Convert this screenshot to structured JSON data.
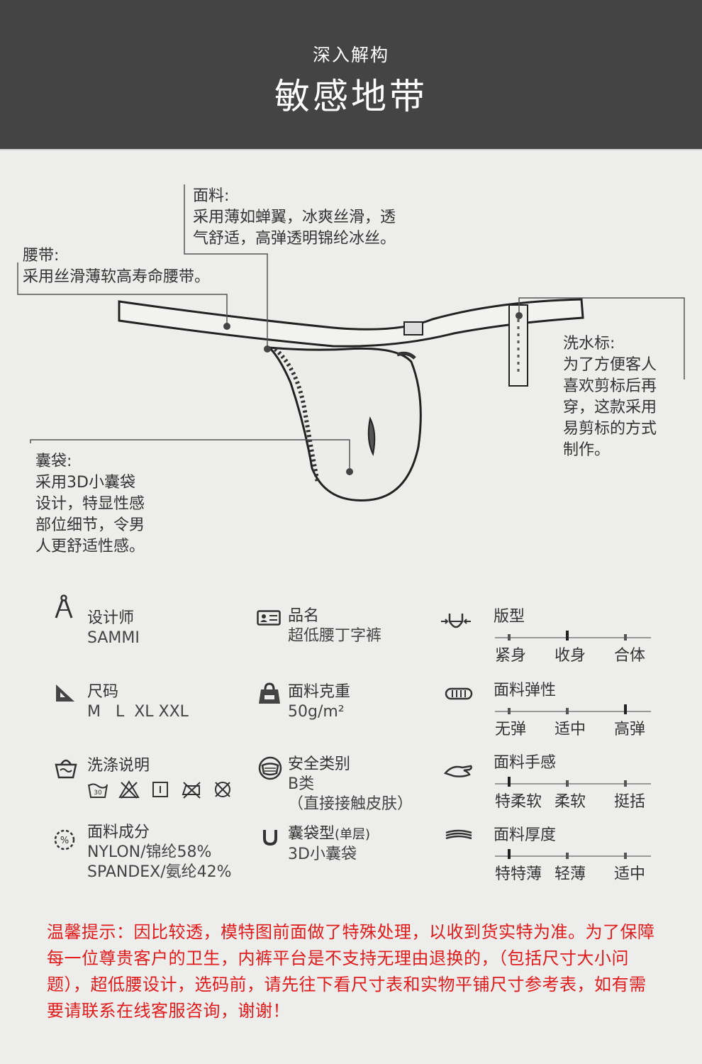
{
  "header": {
    "subtitle": "深入解构",
    "title": "敏感地带"
  },
  "annotations": {
    "fabric": {
      "title": "面料:",
      "text": "采用薄如蝉翼，冰爽丝滑，透\n气舒适，高弹透明锦纶冰丝。"
    },
    "waistband": {
      "title": "腰带:",
      "text": "采用丝滑薄软高寿命腰带。"
    },
    "wash_label": {
      "title": "洗水标:",
      "text": "为了方便客人\n喜欢剪标后再\n穿，这款采用\n易剪标的方式\n制作。"
    },
    "pouch": {
      "title": "囊袋:",
      "text": "采用3D小囊袋\n设计，特显性感\n部位细节，令男\n人更舒适性感。"
    }
  },
  "specs": {
    "designer": {
      "label": "设计师",
      "value": "SAMMI",
      "icon": "compass-icon"
    },
    "product_name": {
      "label": "品名",
      "value": "超低腰丁字裤",
      "icon": "id-card-icon"
    },
    "size": {
      "label": "尺码",
      "value": "M   L  XL XXL",
      "icon": "set-square-icon"
    },
    "fabric_weight": {
      "label": "面料克重",
      "value": "50g/m²",
      "icon": "weight-icon"
    },
    "wash_care": {
      "label": "洗涤说明",
      "icon": "basket-icon",
      "symbols": [
        "wash-30-icon",
        "no-bleach-icon",
        "drip-dry-icon",
        "no-iron-icon",
        "no-dry-clean-icon"
      ]
    },
    "safety": {
      "label": "安全类别",
      "value": " B类\n（直接接触皮肤）",
      "icon": "safety-mask-icon"
    },
    "composition": {
      "label": "面料成分",
      "value": "NYLON/锦纶58%\nSPANDEX/氨纶42%",
      "icon": "percent-icon"
    },
    "pouch_type": {
      "label": "囊袋型",
      "label_note": "(单层)",
      "value": "3D小囊袋",
      "icon": "u-letter-icon"
    }
  },
  "scales": {
    "fit": {
      "label": "版型",
      "options": [
        "紧身",
        "收身",
        "合体"
      ],
      "selected_index": 1
    },
    "elasticity": {
      "label": "面料弹性",
      "options": [
        "无弹",
        "适中",
        "高弹"
      ],
      "selected_index": 2
    },
    "hand_feel": {
      "label": "面料手感",
      "options": [
        "特柔软",
        "柔软",
        "挺括"
      ],
      "selected_index": 0
    },
    "thickness": {
      "label": "面料厚度",
      "options": [
        "特特薄",
        "轻薄",
        "适中"
      ],
      "selected_index": 0
    }
  },
  "notice": "温馨提示：因比较透，模特图前面做了特殊处理，以收到货实特为准。为了保障每一位尊贵客户的卫生，内裤平台是不支持无理由退换的，（包括尺寸大小问题），超低腰设计，选码前，请先往下看尺寸表和实物平铺尺寸参考表，如有需要请联系在线客服咨询，谢谢！"
}
